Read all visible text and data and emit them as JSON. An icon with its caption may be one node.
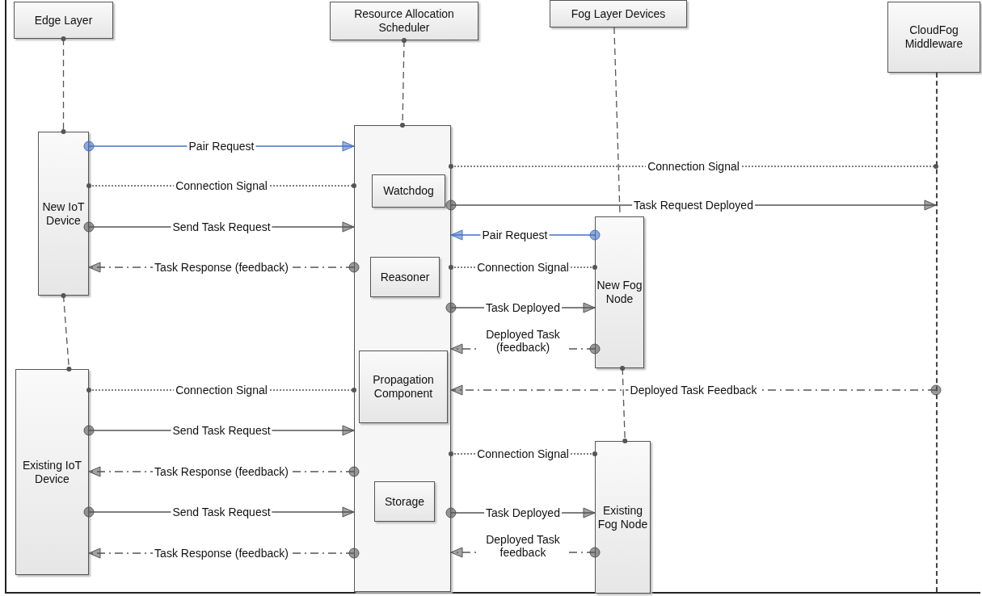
{
  "diagram": {
    "nodes": [
      {
        "text": [
          "Edge Layer"
        ]
      },
      {
        "text": [
          "Resource Allocation Scheduler"
        ]
      },
      {
        "text": [
          "Fog Layer Devices"
        ]
      },
      {
        "text": [
          "CloudFog Middleware"
        ]
      },
      {
        "text": [
          "New IoT Device"
        ]
      },
      {
        "text": [
          "Existing IoT Device"
        ]
      },
      {
        "text": [],
        "shape": "box"
      },
      {
        "text": [
          "Watchdog"
        ],
        "in": 6
      },
      {
        "text": [
          "Reasoner"
        ],
        "in": 6
      },
      {
        "text": [
          "Propagation Component"
        ],
        "in": 6
      },
      {
        "text": [
          "Storage"
        ],
        "in": 6
      },
      {
        "text": [
          "New Fog Node"
        ]
      },
      {
        "text": [
          "Existing Fog Node"
        ]
      },
      {
        "text": [],
        "shape": "bar"
      }
    ],
    "edges": [
      {
        "from": 0,
        "to": 4,
        "arrow": "other",
        "style": "dashed"
      },
      {
        "from": 1,
        "to": 6,
        "arrow": "other",
        "style": "dashed"
      },
      {
        "from": 2,
        "to": 11,
        "arrow": "none",
        "style": "dashed"
      },
      {
        "from": 4,
        "to": 6,
        "arrow": "to",
        "label": "Pair Request",
        "color": "#4472c4"
      },
      {
        "from": 6,
        "to": 13,
        "arrow": "other",
        "label": "Connection  Signal",
        "style": "dashed"
      },
      {
        "from": 4,
        "to": 6,
        "arrow": "other",
        "label": "Connection  Signal",
        "style": "dashed"
      },
      {
        "from": 6,
        "to": 13,
        "arrow": "to",
        "label": "Task Request Deployed"
      },
      {
        "from": 4,
        "to": 6,
        "arrow": "to",
        "label": "Send Task Request"
      },
      {
        "from": 11,
        "to": 6,
        "arrow": "to",
        "label": "Pair Request",
        "color": "#4472c4"
      },
      {
        "from": 6,
        "to": 4,
        "arrow": "to",
        "label": "Task Response (feedback)",
        "style": "dashed"
      },
      {
        "from": 6,
        "to": 11,
        "arrow": "other",
        "label": "Connection  Signal",
        "style": "dashed"
      },
      {
        "from": 6,
        "to": 11,
        "arrow": "to",
        "label": "Task Deployed"
      },
      {
        "from": 11,
        "to": 6,
        "arrow": "to",
        "label": "Deployed Task (feedback)",
        "style": "dashed"
      },
      {
        "from": 4,
        "to": 5,
        "arrow": "other",
        "style": "dashed"
      },
      {
        "from": 11,
        "to": 12,
        "arrow": "other",
        "style": "dashed"
      },
      {
        "from": 5,
        "to": 6,
        "arrow": "other",
        "label": "Connection  Signal",
        "style": "dashed"
      },
      {
        "from": 13,
        "to": 6,
        "arrow": "to",
        "label": "Deployed Task  Feedback",
        "style": "dashed"
      },
      {
        "from": 5,
        "to": 6,
        "arrow": "to",
        "label": "Send Task Request"
      },
      {
        "from": 6,
        "to": 12,
        "arrow": "other",
        "label": "Connection  Signal",
        "style": "dashed"
      },
      {
        "from": 6,
        "to": 5,
        "arrow": "to",
        "label": "Task Response (feedback)",
        "style": "dashed"
      },
      {
        "from": 5,
        "to": 6,
        "arrow": "to",
        "label": "Send Task Request"
      },
      {
        "from": 6,
        "to": 12,
        "arrow": "to",
        "label": "Task Deployed"
      },
      {
        "from": 12,
        "to": 6,
        "arrow": "to",
        "label": "Deployed Task feedback",
        "style": "dashed"
      },
      {
        "from": 6,
        "to": 5,
        "arrow": "to",
        "label": "Task Response (feedback)",
        "style": "dashed"
      }
    ]
  }
}
